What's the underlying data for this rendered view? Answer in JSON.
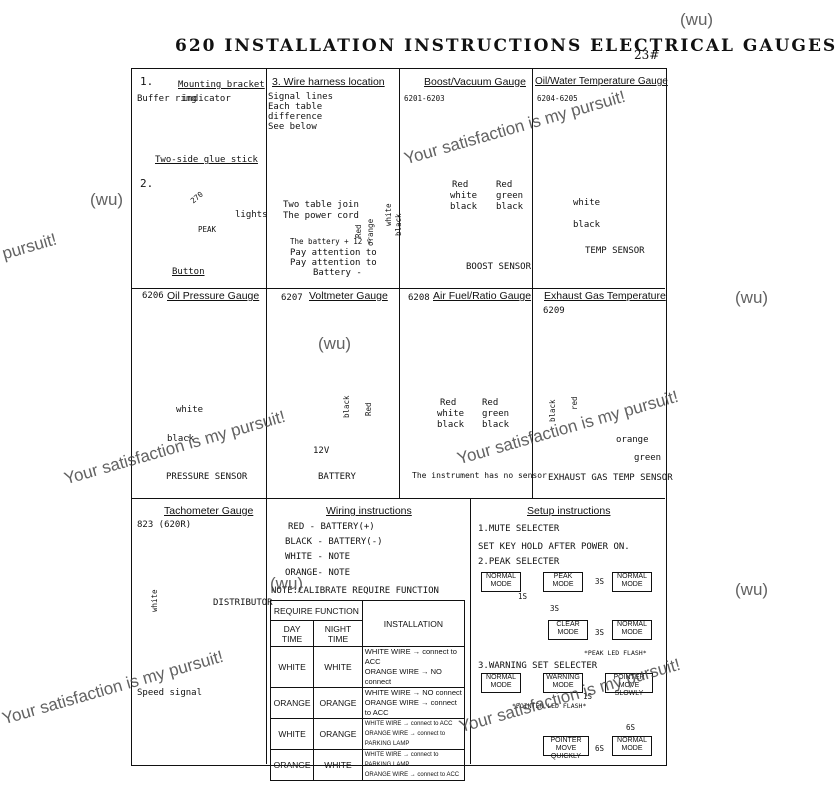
{
  "header": {
    "title": "620 INSTALLATION INSTRUCTIONS ELECTRICAL GAUGES",
    "page_no": "23#"
  },
  "panel1": {
    "step1": "1.",
    "mounting": "Mounting bracket",
    "buffer": "Buffer ring",
    "indicator": "indicator",
    "glue": "Two-side glue stick",
    "step2": "2.",
    "lights": "lights",
    "peak": "PEAK",
    "button": "Button"
  },
  "panel2": {
    "heading": "3. Wire harness location",
    "notes": [
      "Signal lines",
      "Each table",
      "difference",
      "See below"
    ],
    "join": [
      "Two table join",
      "The power cord"
    ],
    "colors": [
      "Red",
      "orange",
      "white",
      "black"
    ],
    "bottom": [
      "The battery + 12 v",
      "Pay attention to",
      "Pay attention to",
      "Battery -"
    ]
  },
  "panel3": {
    "heading": "Boost/Vacuum Gauge",
    "model": "6201-6203",
    "pairs": [
      [
        "Red",
        "Red"
      ],
      [
        "white",
        "green"
      ],
      [
        "black",
        "black"
      ]
    ],
    "sensor": "BOOST SENSOR"
  },
  "panel4": {
    "heading": "Oil/Water Temperature Gauge",
    "model": "6204-6205",
    "white": "white",
    "black": "black",
    "sensor": "TEMP SENSOR"
  },
  "panel5": {
    "model": "6206",
    "heading": "Oil Pressure Gauge",
    "white": "white",
    "black": "black",
    "sensor": "PRESSURE SENSOR"
  },
  "panel6": {
    "model": "6207",
    "heading": "Voltmeter Gauge",
    "black": "black",
    "red": "Red",
    "v": "12V",
    "sensor": "BATTERY"
  },
  "panel7": {
    "model": "6208",
    "heading": "Air Fuel/Ratio Gauge",
    "pairs": [
      [
        "Red",
        "Red"
      ],
      [
        "white",
        "green"
      ],
      [
        "black",
        "black"
      ]
    ],
    "sensor": "The instrument has no sensor"
  },
  "panel8": {
    "heading": "Exhaust Gas Temperature",
    "model": "6209",
    "black": "black",
    "red": "red",
    "orange": "orange",
    "green": "green",
    "sensor": "EXHAUST GAS TEMP SENSOR"
  },
  "panel9": {
    "heading": "Tachometer Gauge",
    "model": "823 (620R)",
    "white": "white",
    "distributor": "DISTRIBUTOR",
    "speed": "Speed signal"
  },
  "wiring": {
    "heading": "Wiring instructions",
    "lines": [
      "RED  - BATTERY(+)",
      "BLACK - BATTERY(-)",
      "WHITE - NOTE",
      "ORANGE- NOTE",
      "NOTE:CALIBRATE REQUIRE FUNCTION"
    ],
    "table": {
      "require": "REQUIRE FUNCTION",
      "day": "DAY TIME",
      "night": "NIGHT TIME",
      "installation": "INSTALLATION",
      "rows": [
        {
          "day": "WHITE",
          "night": "WHITE",
          "l1": "WHITE WIRE → connect to ACC",
          "l2": "ORANGE WIRE → NO connect"
        },
        {
          "day": "ORANGE",
          "night": "ORANGE",
          "l1": "WHITE WIRE → NO connect",
          "l2": "ORANGE WIRE → connect to ACC"
        },
        {
          "day": "WHITE",
          "night": "ORANGE",
          "l1": "WHITE WIRE → connect to ACC",
          "l2": "ORANGE WIRE → connect to PARKING LAMP"
        },
        {
          "day": "ORANGE",
          "night": "WHITE",
          "l1": "WHITE WIRE → connect to PARKING LAMP",
          "l2": "ORANGE WIRE → connect to ACC"
        }
      ]
    }
  },
  "setup": {
    "heading": "Setup instructions",
    "mute1": "1.MUTE SELECTER",
    "mute2": "SET KEY HOLD AFTER POWER ON.",
    "peak": "2.PEAK SELECTER",
    "peak_boxes": [
      "NORMAL MODE",
      "PEAK MODE",
      "NORMAL MODE",
      "CLEAR MODE",
      "NORMAL MODE"
    ],
    "t1": "1S",
    "t3a": "3S",
    "t3b": "3S",
    "t3c": "3S",
    "peakflash": "*PEAK LED FLASH*",
    "warn": "3.WARNING SET SELECTER",
    "warn_boxes": [
      "NORMAL MODE",
      "WARNING MODE",
      "POINTER MOVE SLOWLY",
      "POINTER MOVE QUICKLY",
      "NORMAL MODE"
    ],
    "t1b": "1S",
    "ptrflash": "*POINTER LED FLASH*",
    "t6a": "6S",
    "t6b": "6S"
  },
  "watermarks": [
    "Your satisfaction is my pursuit!",
    "(wu)",
    "pursuit!",
    "(wu)",
    "Your satisfaction is my pursuit!",
    "(wu)",
    "Your satisfaction is my pursuit!",
    "(wu)",
    "Your satisfaction is my pursuit!",
    "(wu)",
    "Your satisfaction is my pursuit!",
    "(wu)"
  ]
}
